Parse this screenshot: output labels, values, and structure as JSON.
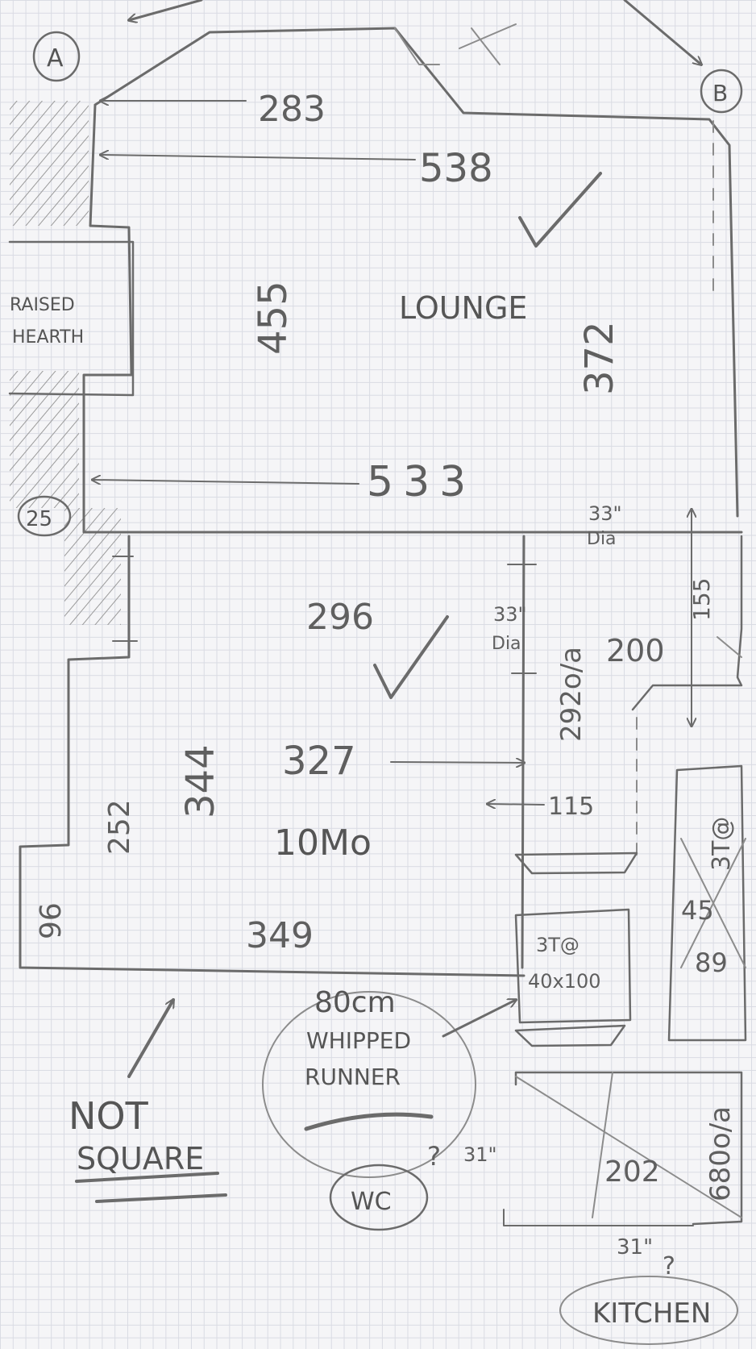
{
  "markers": {
    "a": "A",
    "b": "B",
    "c": "25"
  },
  "dimensions": {
    "d283": "283",
    "d538": "538",
    "d455": "455",
    "d372": "372",
    "d533": "533",
    "d33dia_top": "33\"",
    "d33dia_top_sub": "Dia",
    "d155": "155",
    "d296": "296",
    "d33dia_mid": "33\"",
    "d33dia_mid_sub": "Dia",
    "d292": "292o/a",
    "d200": "200",
    "d344": "344",
    "d327": "327",
    "d252": "252",
    "d115": "115",
    "d96": "96",
    "d349": "349",
    "d3t_a": "3T@",
    "d40x100": "40x100",
    "d3t_b": "3T@",
    "d45": "45",
    "d89": "89",
    "d202": "202",
    "d680": "680o/a",
    "d31_a": "31\"",
    "d31_b": "31\"",
    "q1": "?",
    "q2": "?"
  },
  "labels": {
    "raised_hearth_1": "RAISED",
    "raised_hearth_2": "HEARTH",
    "lounge": "LOUNGE",
    "room2": "10Mo",
    "note_runner_1": "80cm",
    "note_runner_2": "WHIPPED",
    "note_runner_3": "RUNNER",
    "not_square_1": "NOT",
    "not_square_2": "SQUARE",
    "wc": "WC",
    "kitchen": "KITCHEN"
  }
}
